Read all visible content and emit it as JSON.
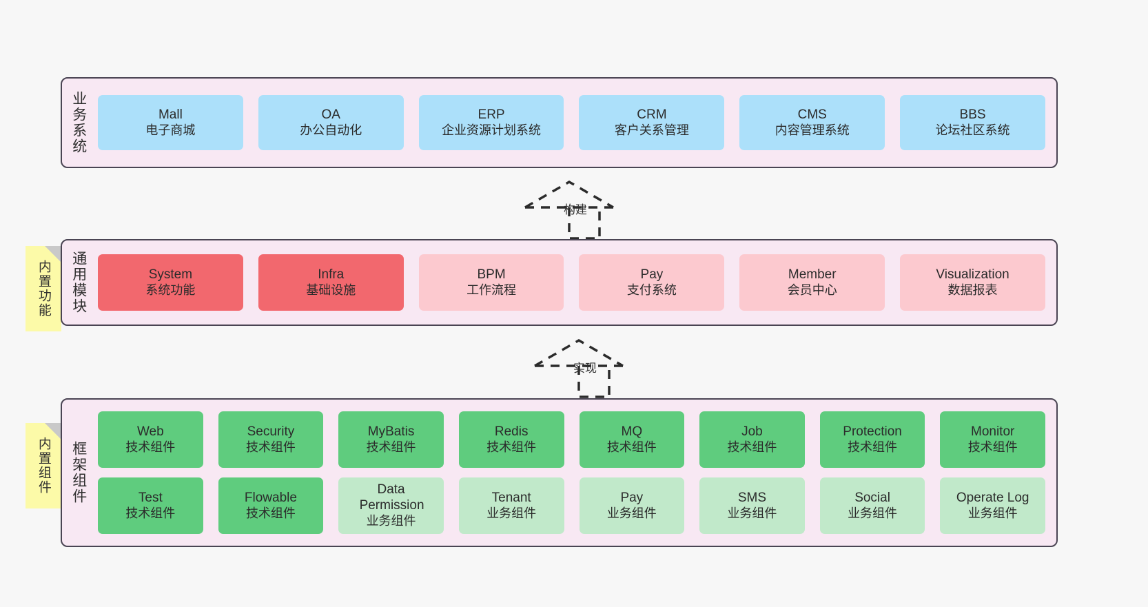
{
  "diagram": {
    "background_color": "#f7f7f7",
    "panel_fill": "#f8e8f3",
    "panel_border": "#4a4453"
  },
  "layers": [
    {
      "id": "business-systems",
      "title": "业务系统",
      "rows": [
        {
          "cards": [
            {
              "name": "Mall",
              "sub": "电子商城",
              "color": "#ace0fa",
              "style": "blue"
            },
            {
              "name": "OA",
              "sub": "办公自动化",
              "color": "#ace0fa",
              "style": "blue"
            },
            {
              "name": "ERP",
              "sub": "企业资源计划系统",
              "color": "#ace0fa",
              "style": "blue"
            },
            {
              "name": "CRM",
              "sub": "客户关系管理",
              "color": "#ace0fa",
              "style": "blue"
            },
            {
              "name": "CMS",
              "sub": "内容管理系统",
              "color": "#ace0fa",
              "style": "blue"
            },
            {
              "name": "BBS",
              "sub": "论坛社区系统",
              "color": "#ace0fa",
              "style": "blue"
            }
          ]
        }
      ]
    },
    {
      "id": "common-modules",
      "title": "通用模块",
      "note": "内置功能",
      "rows": [
        {
          "cards": [
            {
              "name": "System",
              "sub": "系统功能",
              "color": "#f2686e",
              "style": "red"
            },
            {
              "name": "Infra",
              "sub": "基础设施",
              "color": "#f2686e",
              "style": "red"
            },
            {
              "name": "BPM",
              "sub": "工作流程",
              "color": "#fcc9cf",
              "style": "pink"
            },
            {
              "name": "Pay",
              "sub": "支付系统",
              "color": "#fcc9cf",
              "style": "pink"
            },
            {
              "name": "Member",
              "sub": "会员中心",
              "color": "#fcc9cf",
              "style": "pink"
            },
            {
              "name": "Visualization",
              "sub": "数据报表",
              "color": "#fcc9cf",
              "style": "pink"
            }
          ]
        }
      ]
    },
    {
      "id": "framework-components",
      "title": "框架组件",
      "note": "内置组件",
      "rows": [
        {
          "cards": [
            {
              "name": "Web",
              "sub": "技术组件",
              "color": "#5fcc7e",
              "style": "green"
            },
            {
              "name": "Security",
              "sub": "技术组件",
              "color": "#5fcc7e",
              "style": "green"
            },
            {
              "name": "MyBatis",
              "sub": "技术组件",
              "color": "#5fcc7e",
              "style": "green"
            },
            {
              "name": "Redis",
              "sub": "技术组件",
              "color": "#5fcc7e",
              "style": "green"
            },
            {
              "name": "MQ",
              "sub": "技术组件",
              "color": "#5fcc7e",
              "style": "green"
            },
            {
              "name": "Job",
              "sub": "技术组件",
              "color": "#5fcc7e",
              "style": "green"
            },
            {
              "name": "Protection",
              "sub": "技术组件",
              "color": "#5fcc7e",
              "style": "green"
            },
            {
              "name": "Monitor",
              "sub": "技术组件",
              "color": "#5fcc7e",
              "style": "green"
            }
          ]
        },
        {
          "cards": [
            {
              "name": "Test",
              "sub": "技术组件",
              "color": "#5fcc7e",
              "style": "green"
            },
            {
              "name": "Flowable",
              "sub": "技术组件",
              "color": "#5fcc7e",
              "style": "green"
            },
            {
              "name": "Data Permission",
              "sub": "业务组件",
              "color": "#c1e9ca",
              "style": "lightgreen"
            },
            {
              "name": "Tenant",
              "sub": "业务组件",
              "color": "#c1e9ca",
              "style": "lightgreen"
            },
            {
              "name": "Pay",
              "sub": "业务组件",
              "color": "#c1e9ca",
              "style": "lightgreen"
            },
            {
              "name": "SMS",
              "sub": "业务组件",
              "color": "#c1e9ca",
              "style": "lightgreen"
            },
            {
              "name": "Social",
              "sub": "业务组件",
              "color": "#c1e9ca",
              "style": "lightgreen"
            },
            {
              "name": "Operate Log",
              "sub": "业务组件",
              "color": "#c1e9ca",
              "style": "lightgreen"
            }
          ]
        }
      ]
    }
  ],
  "connectors": [
    {
      "id": "build",
      "label": "构建",
      "from": "common-modules",
      "to": "business-systems",
      "style": "dashed-generalization"
    },
    {
      "id": "implement",
      "label": "实现",
      "from": "framework-components",
      "to": "common-modules",
      "style": "dashed-generalization"
    }
  ]
}
